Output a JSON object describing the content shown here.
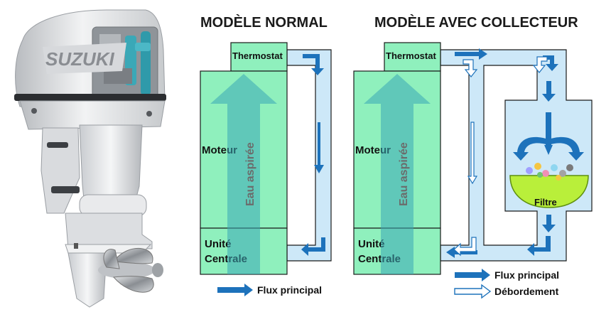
{
  "diagrams": [
    {
      "title": "MODÈLE NORMAL",
      "thermostat": "Thermostat",
      "engine": "Moteur",
      "unit": [
        "Unité",
        "Centrale"
      ],
      "intake": "Eau aspirée"
    },
    {
      "title": "MODÈLE AVEC COLLECTEUR",
      "thermostat": "Thermostat",
      "engine": "Moteur",
      "unit": [
        "Unité",
        "Centrale"
      ],
      "intake": "Eau aspirée",
      "filter": "Filtre"
    }
  ],
  "legend": {
    "main_flow": "Flux principal",
    "overflow": "Débordement"
  },
  "photo": {
    "brand_text": "SUZUKI"
  },
  "colors": {
    "block_green": "#8ff0bd",
    "water_blue": "#cde8f8",
    "arrow_blue": "#1d72bb",
    "filter_green": "#b9ef3a",
    "intake_arrow": "#3aa8b7"
  }
}
